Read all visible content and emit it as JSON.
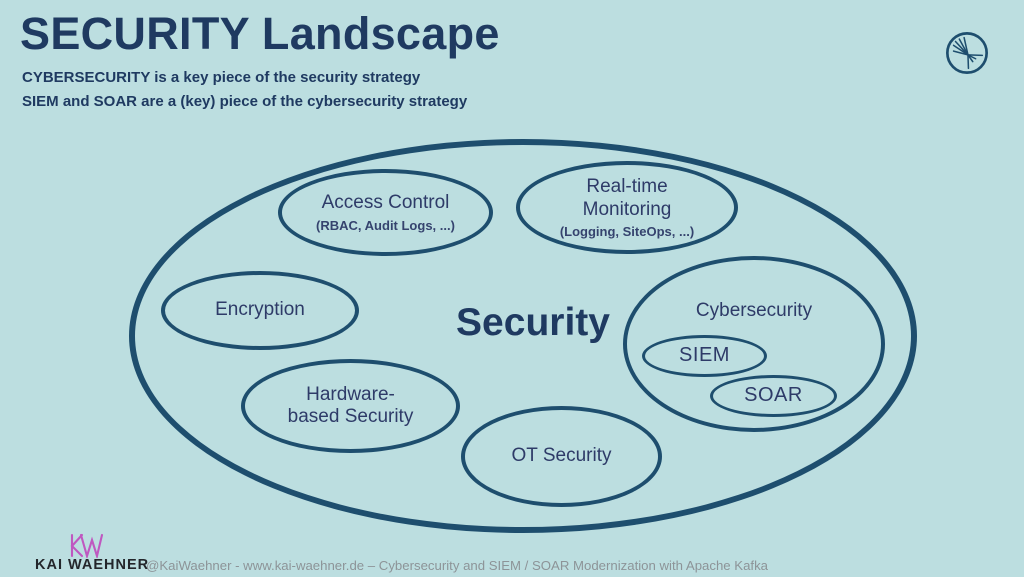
{
  "colors": {
    "background": "#bcdee0",
    "ellipse_stroke": "#1e4e6e",
    "heading": "#1f3a61",
    "label": "#2e3b68",
    "footer_gray": "#8d9498",
    "brand_magenta": "#bf58c0",
    "brand_dark": "#23262b"
  },
  "header": {
    "title": "SECURITY Landscape",
    "subtitle1": "CYBERSECURITY is a key piece of the security strategy",
    "subtitle2": "SIEM and SOAR are a (key) piece of the cybersecurity strategy",
    "logo_icon": "confluent-logo"
  },
  "diagram": {
    "center_label": "Security",
    "access_control": {
      "label": "Access Control",
      "sub": "(RBAC, Audit Logs, ...)"
    },
    "realtime_monitoring": {
      "line1": "Real-time",
      "line2": "Monitoring",
      "sub": "(Logging, SiteOps, ...)"
    },
    "encryption": {
      "label": "Encryption"
    },
    "hardware_security": {
      "line1": "Hardware-",
      "line2": "based Security"
    },
    "ot_security": {
      "label": "OT Security"
    },
    "cybersecurity": {
      "label": "Cybersecurity"
    },
    "siem": {
      "label": "SIEM"
    },
    "soar": {
      "label": "SOAR"
    }
  },
  "footer": {
    "brand": "KAI WAEHNER",
    "credit": "@KaiWaehner - www.kai-waehner.de – Cybersecurity and SIEM / SOAR Modernization with Apache Kafka"
  }
}
